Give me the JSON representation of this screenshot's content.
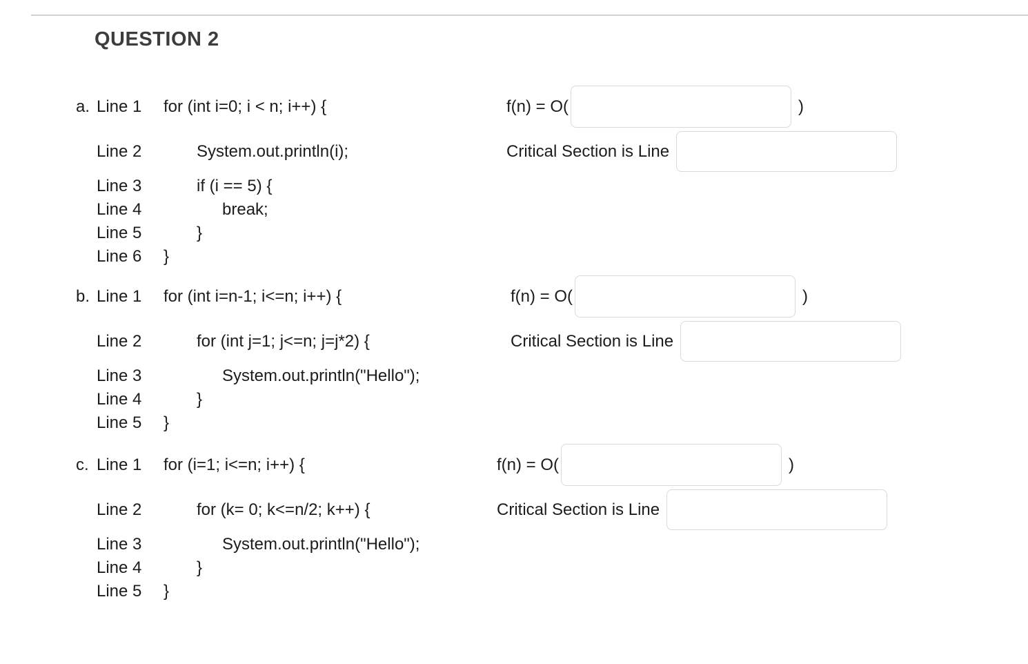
{
  "page": {
    "title": "QUESTION 2"
  },
  "answers": {
    "fn_prefix": "f(n) = O(",
    "fn_suffix": ")",
    "critical_label": "Critical Section is Line"
  },
  "sections": [
    {
      "prefix": "a.",
      "fn_value": "",
      "critical_value": "",
      "lines": [
        {
          "label": "Line 1",
          "code": "for (int i=0; i < n; i++) {",
          "indent": 0
        },
        {
          "label": "Line 2",
          "code": "System.out.println(i);",
          "indent": 1
        },
        {
          "label": "Line 3",
          "code": "if (i == 5) {",
          "indent": 1
        },
        {
          "label": "Line 4",
          "code": "break;",
          "indent": 2
        },
        {
          "label": "Line 5",
          "code": "}",
          "indent": 1
        },
        {
          "label": "Line 6",
          "code": "}",
          "indent": 0
        }
      ]
    },
    {
      "prefix": "b.",
      "fn_value": "",
      "critical_value": "",
      "lines": [
        {
          "label": "Line 1",
          "code": "for (int i=n-1; i<=n; i++) {",
          "indent": 0
        },
        {
          "label": "Line 2",
          "code": "for (int j=1; j<=n; j=j*2) {",
          "indent": 1
        },
        {
          "label": "Line 3",
          "code": "System.out.println(\"Hello\");",
          "indent": 2
        },
        {
          "label": "Line 4",
          "code": "}",
          "indent": 1
        },
        {
          "label": "Line 5",
          "code": "}",
          "indent": 0
        }
      ]
    },
    {
      "prefix": "c.",
      "fn_value": "",
      "critical_value": "",
      "lines": [
        {
          "label": "Line 1",
          "code": "for (i=1; i<=n; i++) {",
          "indent": 0
        },
        {
          "label": "Line 2",
          "code": "for (k= 0; k<=n/2; k++) {",
          "indent": 1
        },
        {
          "label": "Line 3",
          "code": "System.out.println(\"Hello\");",
          "indent": 2
        },
        {
          "label": "Line 4",
          "code": "}",
          "indent": 1
        },
        {
          "label": "Line 5",
          "code": "}",
          "indent": 0
        }
      ]
    }
  ]
}
